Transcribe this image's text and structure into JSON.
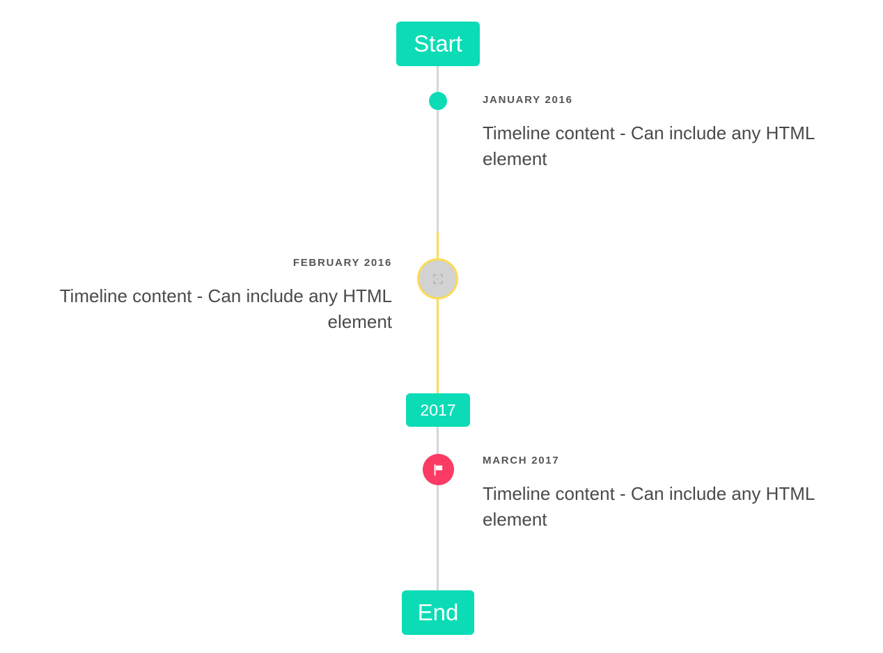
{
  "timeline": {
    "start_label": "Start",
    "end_label": "End",
    "year_marker": "2017",
    "colors": {
      "accent_teal": "#0BDCB6",
      "accent_yellow": "#FCDB53",
      "accent_pink": "#FB3B64",
      "line_grey": "#D6D6D6",
      "marker_grey": "#D2D2D2",
      "text_dark": "#4A4A4A",
      "label_grey": "#555555"
    },
    "entries": [
      {
        "label": "January 2016",
        "body": "Timeline content - Can include any HTML element",
        "side": "right",
        "marker": "dot-icon",
        "marker_color": "#0BDCB6"
      },
      {
        "label": "February 2016",
        "body": "Timeline content - Can include any HTML element",
        "side": "left",
        "marker": "broken-image-icon",
        "marker_color": "#FCDB53"
      },
      {
        "label": "March 2017",
        "body": "Timeline content - Can include any HTML element",
        "side": "right",
        "marker": "flag-icon",
        "marker_color": "#FB3B64"
      }
    ]
  }
}
